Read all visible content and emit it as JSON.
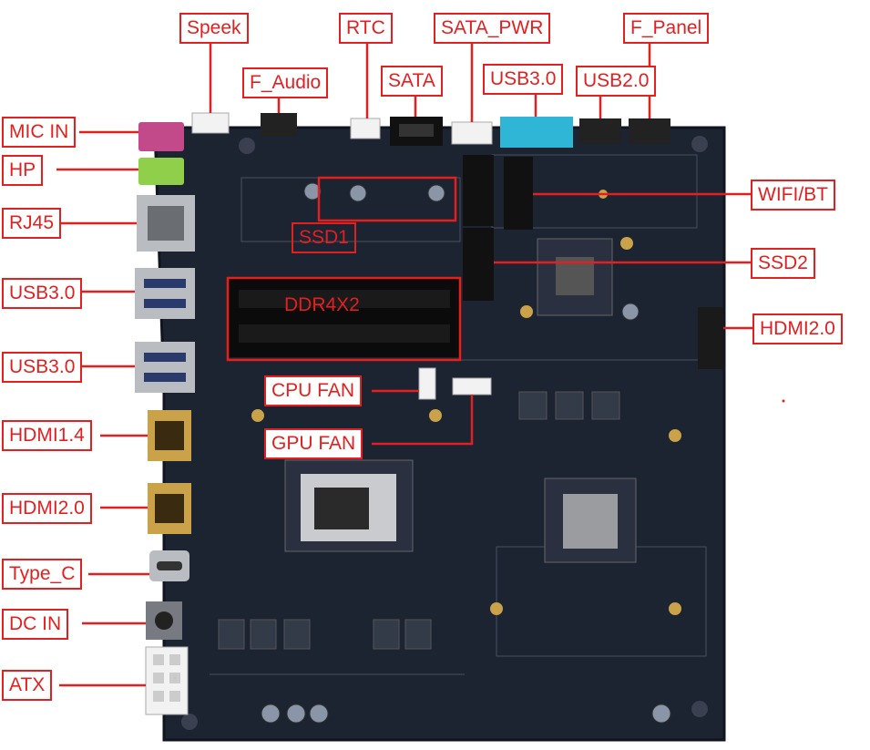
{
  "diagram": {
    "labels": {
      "speek": "Speek",
      "f_audio": "F_Audio",
      "rtc": "RTC",
      "sata": "SATA",
      "sata_pwr": "SATA_PWR",
      "usb30_top": "USB3.0",
      "usb20": "USB2.0",
      "f_panel": "F_Panel",
      "mic_in": "MIC IN",
      "hp": "HP",
      "rj45": "RJ45",
      "usb30_a": "USB3.0",
      "usb30_b": "USB3.0",
      "hdmi14": "HDMI1.4",
      "hdmi20_left": "HDMI2.0",
      "type_c": "Type_C",
      "dc_in": "DC IN",
      "atx": "ATX",
      "wifi_bt": "WIFI/BT",
      "ssd2": "SSD2",
      "hdmi20_right": "HDMI2.0",
      "ssd1": "SSD1",
      "ddr4x2": "DDR4X2",
      "cpu_fan": "CPU FAN",
      "gpu_fan": "GPU FAN"
    },
    "colors": {
      "callout": "#e41f1f",
      "pcb": "#1c2331",
      "pcb_edge": "#10151f",
      "silkscreen": "#5a6478",
      "gold": "#c9a24a",
      "port_metal": "#b9bcc0",
      "dimm_black": "#111111",
      "usb_blue": "#2fb6d6",
      "mic_pink": "#c24a8a",
      "hp_green": "#8fcf4a"
    },
    "icons": {
      "cpu": "cpu-die-icon",
      "gpu": "gpu-die-icon"
    }
  }
}
